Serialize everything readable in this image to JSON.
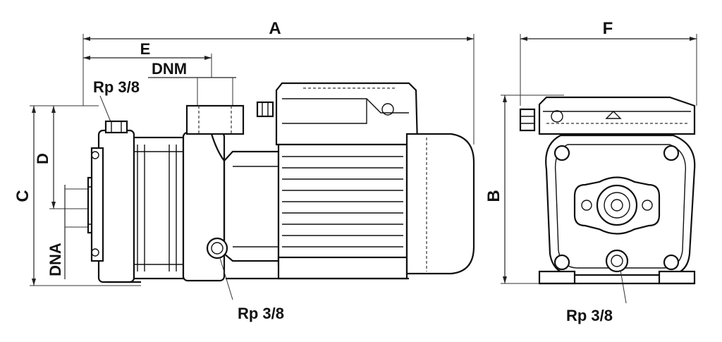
{
  "labels": {
    "A": "A",
    "E": "E",
    "DNM": "DNM",
    "Rp_top": "Rp 3/8",
    "D": "D",
    "C": "C",
    "DNA": "DNA",
    "Rp_bottom_side": "Rp 3/8",
    "F": "F",
    "B": "B",
    "Rp_bottom_front": "Rp 3/8"
  }
}
